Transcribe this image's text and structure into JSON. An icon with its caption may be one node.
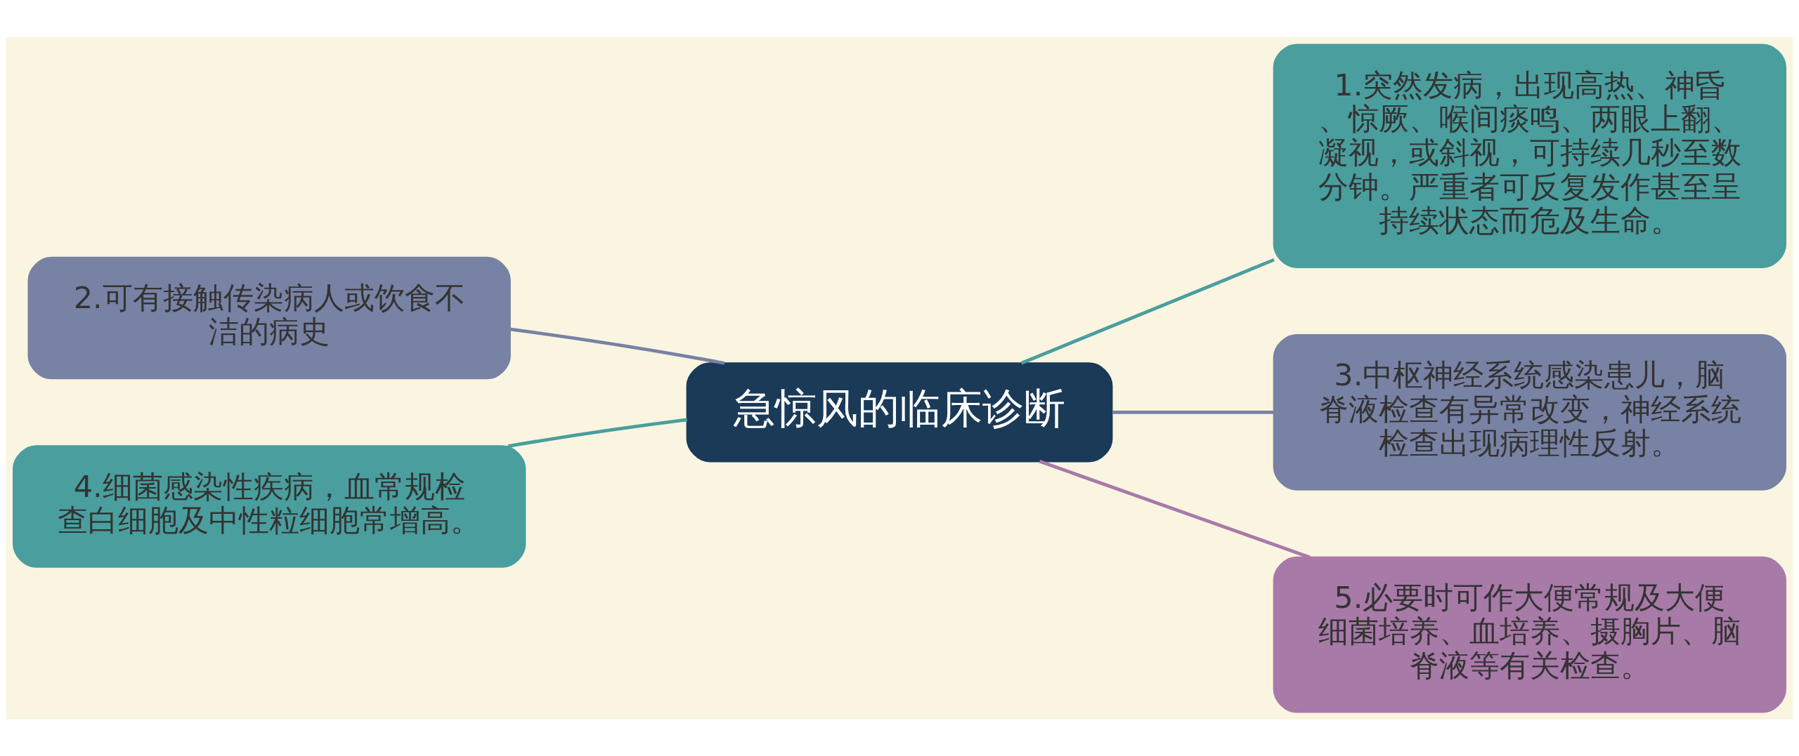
{
  "diagram": {
    "nodes": [
      {
        "text": [
          "急惊风的临床诊断"
        ]
      },
      {
        "text": [
          "1.突然发病，出现高热、神昏、惊厥、喉间痰鸣、两眼上翻、凝视，或斜视，可持续几秒至数分钟。严重者可反复发作甚至呈持续状态而危及生命。"
        ]
      },
      {
        "text": [
          "2.可有接触传染病人或饮食不洁的病史"
        ]
      },
      {
        "text": [
          "3.中枢神经系统感染患儿，脑脊液检查有异常改变，神经系统检查出现病理性反射。"
        ]
      },
      {
        "text": [
          "4.细菌感染性疾病，血常规检查白细胞及中性粒细胞常增高。"
        ]
      },
      {
        "text": [
          "5.必要时可作大便常规及大便细菌培养、血培养、摄胸片、脑脊液等有关检查。"
        ]
      }
    ],
    "edges": [
      {
        "from": 0,
        "to": 1,
        "arrow": "none",
        "color": "#4a9e9e"
      },
      {
        "from": 0,
        "to": 2,
        "arrow": "none",
        "color": "#7882a4"
      },
      {
        "from": 0,
        "to": 3,
        "arrow": "none",
        "color": "#7882a4"
      },
      {
        "from": 0,
        "to": 4,
        "arrow": "none",
        "color": "#4a9e9e"
      },
      {
        "from": 0,
        "to": 5,
        "arrow": "none",
        "color": "#a87aa8"
      }
    ]
  }
}
